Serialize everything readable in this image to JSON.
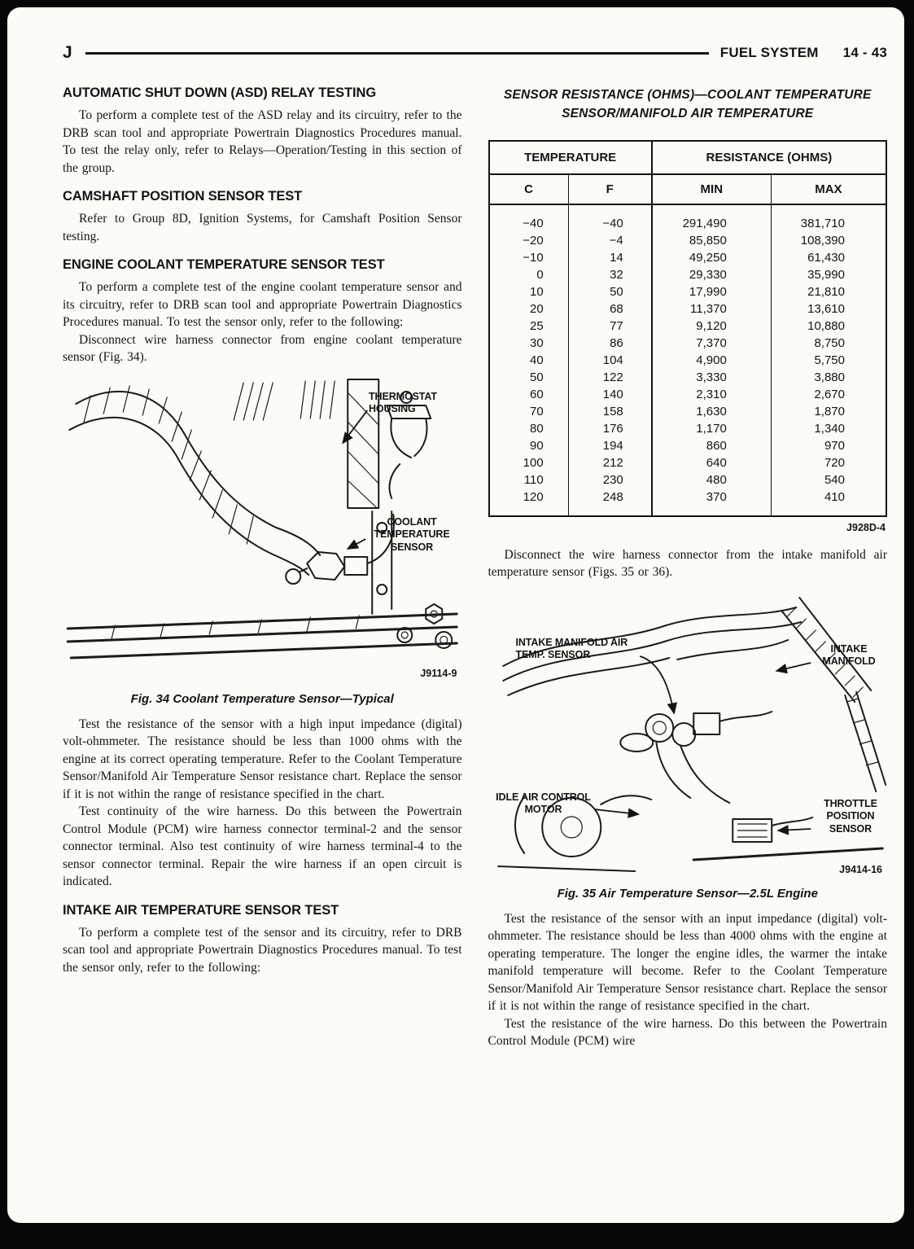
{
  "page": {
    "header": {
      "letter": "J",
      "section": "FUEL SYSTEM",
      "page_no": "14 - 43"
    }
  },
  "left": {
    "h_asd": "AUTOMATIC SHUT DOWN (ASD) RELAY TESTING",
    "p_asd": "To perform a complete test of the ASD relay and its circuitry, refer to the DRB scan tool and appropriate Powertrain Diagnostics Procedures manual. To test the relay only, refer to Relays—Operation/Testing in this section of the group.",
    "h_cam": "CAMSHAFT POSITION SENSOR TEST",
    "p_cam": "Refer to Group 8D, Ignition Systems, for Camshaft Position Sensor testing.",
    "h_ect": "ENGINE COOLANT TEMPERATURE SENSOR TEST",
    "p_ect_1": "To perform a complete test of the engine coolant temperature sensor and its circuitry, refer to DRB scan tool and appropriate Powertrain Diagnostics Procedures manual. To test the sensor only, refer to the following:",
    "p_ect_2": "Disconnect wire harness connector from engine coolant temperature sensor (Fig. 34).",
    "fig34": {
      "label_thermostat": "THERMOSTAT HOUSING",
      "label_coolant": "COOLANT TEMPERATURE SENSOR",
      "code": "J9114-9",
      "caption": "Fig. 34 Coolant Temperature Sensor—Typical"
    },
    "p_res_1": "Test the resistance of the sensor with a high input impedance (digital) volt-ohmmeter. The resistance should be less than 1000 ohms with the engine at its correct operating temperature. Refer to the Coolant Temperature Sensor/Manifold Air Temperature Sensor resistance chart. Replace the sensor if it is not within the range of resistance specified in the chart.",
    "p_res_2": "Test continuity of the wire harness. Do this between the Powertrain Control Module (PCM) wire harness connector terminal-2 and the sensor connector terminal. Also test continuity of wire harness terminal-4 to the sensor connector terminal. Repair the wire harness if an open circuit is indicated.",
    "h_iat": "INTAKE AIR TEMPERATURE SENSOR TEST",
    "p_iat": "To perform a complete test of the sensor and its circuitry, refer to DRB scan tool and appropriate Powertrain Diagnostics Procedures manual. To test the sensor only, refer to the following:"
  },
  "right": {
    "table_title": "SENSOR RESISTANCE (OHMS)—COOLANT TEMPERATURE SENSOR/MANIFOLD AIR TEMPERATURE",
    "table": {
      "group_headers": [
        "TEMPERATURE",
        "RESISTANCE (OHMS)"
      ],
      "col_headers": [
        "C",
        "F",
        "MIN",
        "MAX"
      ],
      "rows": [
        [
          "−40",
          "−40",
          "291,490",
          "381,710"
        ],
        [
          "−20",
          "−4",
          "85,850",
          "108,390"
        ],
        [
          "−10",
          "14",
          "49,250",
          "61,430"
        ],
        [
          "0",
          "32",
          "29,330",
          "35,990"
        ],
        [
          "10",
          "50",
          "17,990",
          "21,810"
        ],
        [
          "20",
          "68",
          "11,370",
          "13,610"
        ],
        [
          "25",
          "77",
          "9,120",
          "10,880"
        ],
        [
          "30",
          "86",
          "7,370",
          "8,750"
        ],
        [
          "40",
          "104",
          "4,900",
          "5,750"
        ],
        [
          "50",
          "122",
          "3,330",
          "3,880"
        ],
        [
          "60",
          "140",
          "2,310",
          "2,670"
        ],
        [
          "70",
          "158",
          "1,630",
          "1,870"
        ],
        [
          "80",
          "176",
          "1,170",
          "1,340"
        ],
        [
          "90",
          "194",
          "860",
          "970"
        ],
        [
          "100",
          "212",
          "640",
          "720"
        ],
        [
          "110",
          "230",
          "480",
          "540"
        ],
        [
          "120",
          "248",
          "370",
          "410"
        ]
      ]
    },
    "table_code": "J928D-4",
    "p_disconnect": "Disconnect the wire harness connector from the intake manifold air temperature sensor (Figs. 35 or 36).",
    "fig35": {
      "label_intake_sensor": "INTAKE MANIFOLD AIR TEMP. SENSOR",
      "label_intake_manifold": "INTAKE MANIFOLD",
      "label_idle_air": "IDLE AIR CONTROL MOTOR",
      "label_throttle": "THROTTLE POSITION SENSOR",
      "code": "J9414-16",
      "caption": "Fig. 35 Air Temperature Sensor—2.5L Engine"
    },
    "p_test_1": "Test the resistance of the sensor with an input impedance (digital) volt-ohmmeter. The resistance should be less than 4000 ohms with the engine at operating temperature. The longer the engine idles, the warmer the intake manifold temperature will become. Refer to the Coolant Temperature Sensor/Manifold Air Temperature Sensor resistance chart. Replace the sensor if it is not within the range of resistance specified in the chart.",
    "p_test_2": "Test the resistance of the wire harness. Do this between the Powertrain Control Module (PCM) wire"
  }
}
